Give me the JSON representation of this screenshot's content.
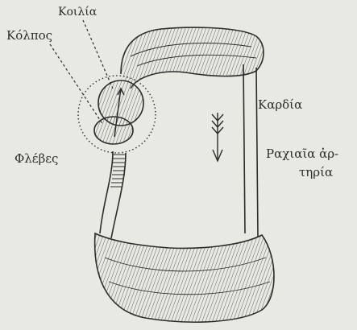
{
  "labels": {
    "koilia": "Κοιλία",
    "kolpos": "Κόλπος",
    "kardia": "Καρδία",
    "fleves": "Φλέβες",
    "rachiaia_line1": "Ραχιαῖα ἀρ-",
    "rachiaia_line2": "τηρία"
  },
  "colors": {
    "paper": "#e9e9e3",
    "ink": "#2b2b2b"
  }
}
